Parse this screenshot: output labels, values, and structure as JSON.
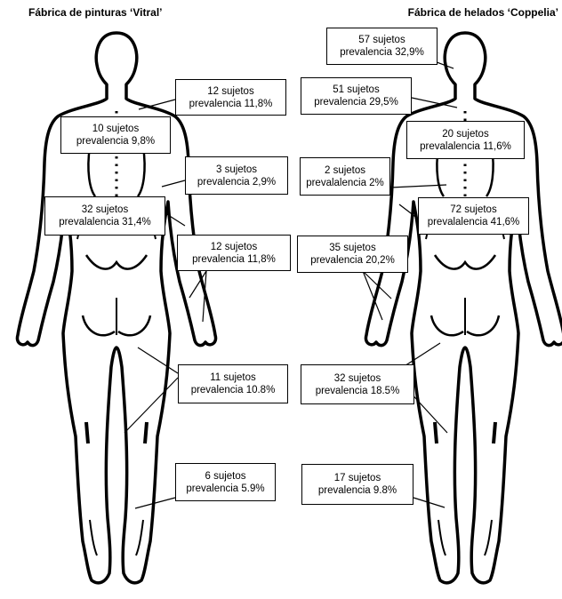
{
  "titles": {
    "left": "Fábrica de pinturas ‘Vitral’",
    "right": "Fábrica de helados ‘Coppelia’"
  },
  "vitral": [
    {
      "id": "cervical",
      "count": "12 sujetos",
      "prevalence": "prevalencia 11,8%"
    },
    {
      "id": "shoulder",
      "count": "10 sujetos",
      "prevalence": "prevalencia 9,8%"
    },
    {
      "id": "thoracic",
      "count": "3 sujetos",
      "prevalence": "prevalencia 2,9%"
    },
    {
      "id": "lumbar",
      "count": "32 sujetos",
      "prevalence": "prevalalencia 31,4%"
    },
    {
      "id": "wrist",
      "count": "12 sujetos",
      "prevalence": "prevalencia 11,8%"
    },
    {
      "id": "knee",
      "count": "11 sujetos",
      "prevalence": "prevalencia 10.8%"
    },
    {
      "id": "ankle",
      "count": "6 sujetos",
      "prevalence": "prevalencia 5.9%"
    }
  ],
  "coppelia": [
    {
      "id": "head",
      "count": "57 sujetos",
      "prevalence": "prevalencia 32,9%"
    },
    {
      "id": "cervical",
      "count": "51 sujetos",
      "prevalence": "prevalencia 29,5%"
    },
    {
      "id": "shoulder",
      "count": "20 sujetos",
      "prevalence": "prevalalencia 11,6%"
    },
    {
      "id": "thoracic",
      "count": "2 sujetos",
      "prevalence": "prevalalencia 2%"
    },
    {
      "id": "lumbar",
      "count": "72 sujetos",
      "prevalence": "prevalalencia 41,6%"
    },
    {
      "id": "wrist",
      "count": "35 sujetos",
      "prevalence": "prevalencia 20,2%"
    },
    {
      "id": "knee",
      "count": "32 sujetos",
      "prevalence": "prevalencia 18.5%"
    },
    {
      "id": "ankle",
      "count": "17 sujetos",
      "prevalence": "prevalencia 9.8%"
    }
  ]
}
